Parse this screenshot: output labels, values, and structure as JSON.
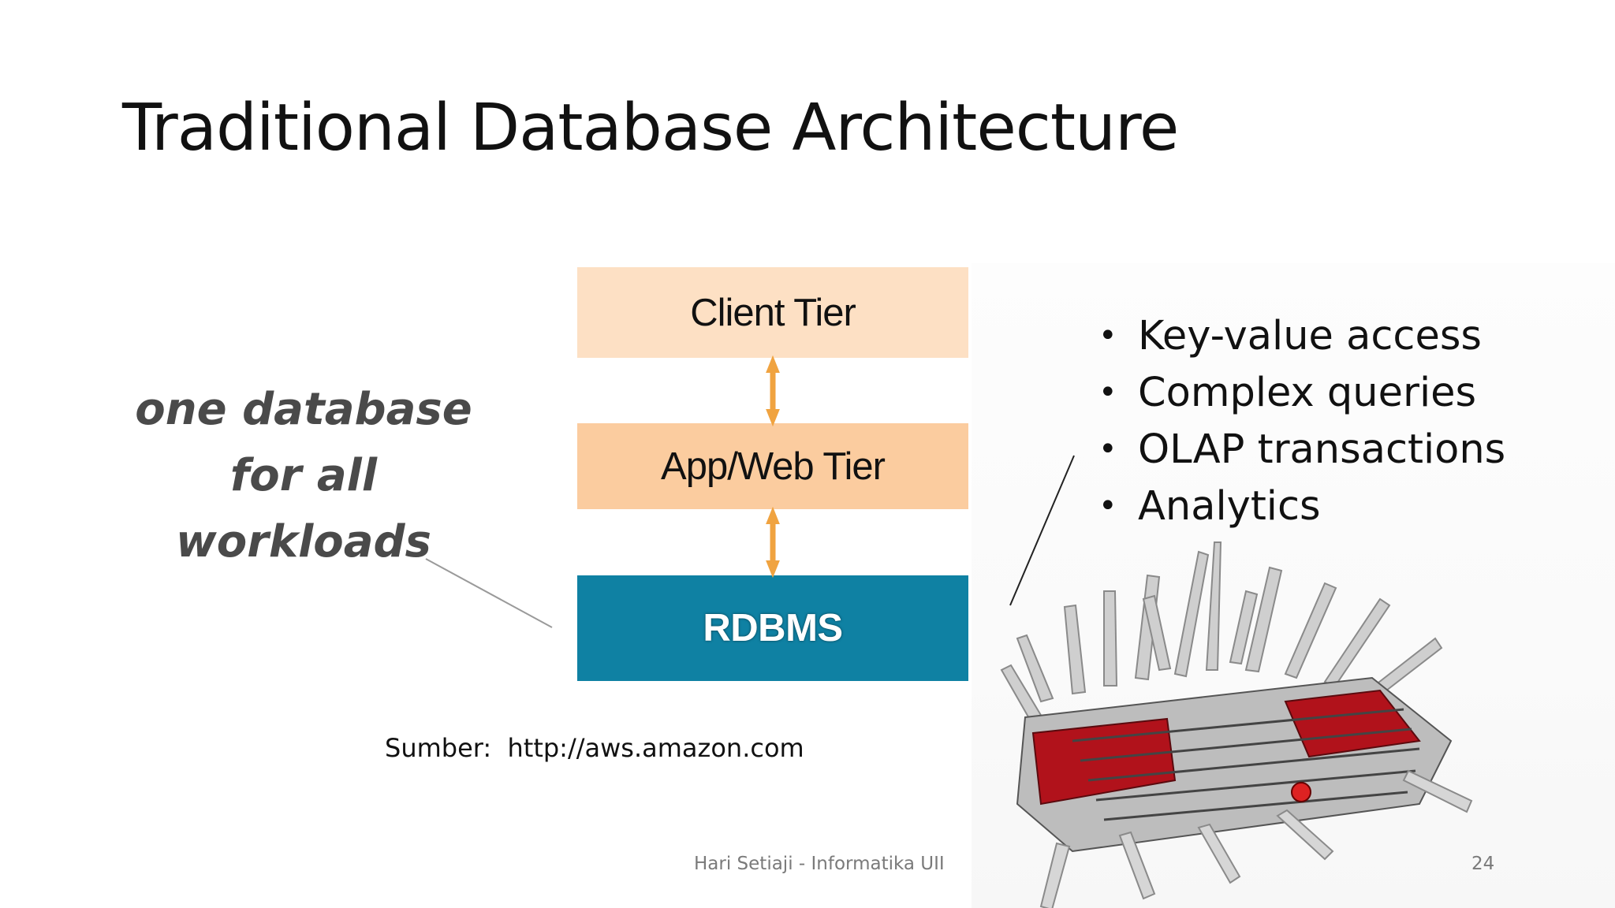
{
  "slide": {
    "title": "Traditional Database Architecture",
    "footer": "Hari Setiaji - Informatika UII",
    "page_number": "24"
  },
  "diagram": {
    "tiers": {
      "client": "Client Tier",
      "app": "App/Web Tier",
      "rdbms": "RDBMS"
    },
    "caption_lines": [
      "one database",
      "for all",
      "workloads"
    ],
    "source": "Sumber:  http://aws.amazon.com"
  },
  "bullets": [
    "Key-value access",
    "Complex queries",
    "OLAP transactions",
    "Analytics"
  ],
  "colors": {
    "client_tier": "#fde0c4",
    "app_tier": "#fbcc9f",
    "rdbms_tier": "#0f81a3",
    "arrow": "#f0a340"
  },
  "image": {
    "icon": "swiss-army-knife-icon"
  }
}
